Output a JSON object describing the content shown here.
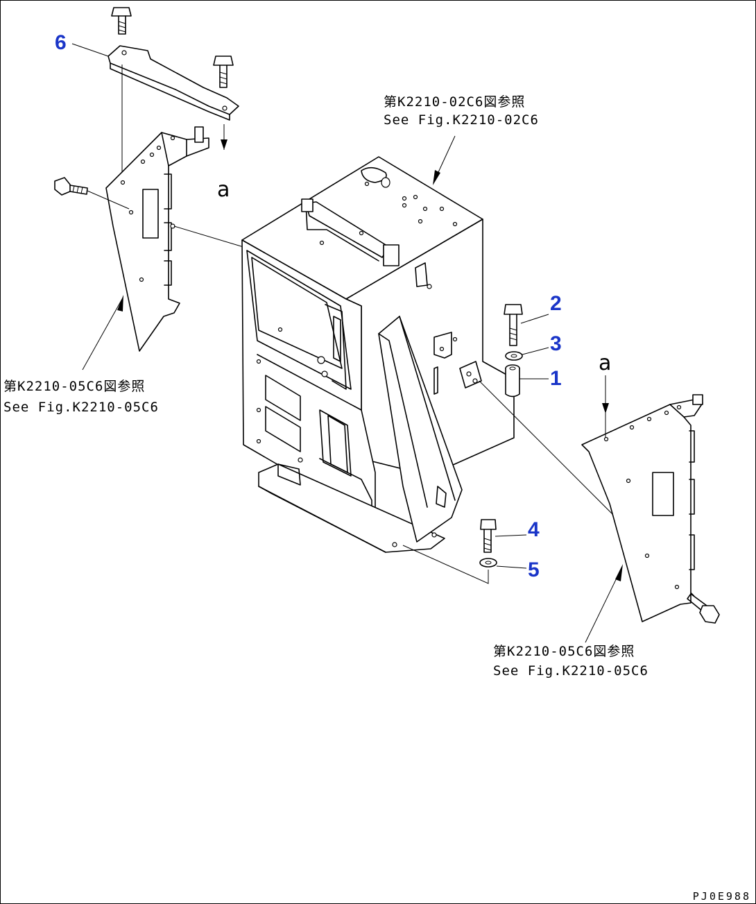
{
  "callouts": [
    {
      "id": "6",
      "label": "6"
    },
    {
      "id": "2",
      "label": "2"
    },
    {
      "id": "3",
      "label": "3"
    },
    {
      "id": "1",
      "label": "1"
    },
    {
      "id": "4",
      "label": "4"
    },
    {
      "id": "5",
      "label": "5"
    }
  ],
  "references": {
    "top": {
      "jp": "第K2210-02C6図参照",
      "en": "See Fig.K2210-02C6"
    },
    "left": {
      "jp": "第K2210-05C6図参照",
      "en": "See Fig.K2210-05C6"
    },
    "right": {
      "jp": "第K2210-05C6図参照",
      "en": "See Fig.K2210-05C6"
    }
  },
  "connection_marks": {
    "left": "a",
    "right": "a"
  },
  "figure_code": "PJ0E988",
  "colors": {
    "callout": "#1a35c8",
    "line": "#000000"
  }
}
